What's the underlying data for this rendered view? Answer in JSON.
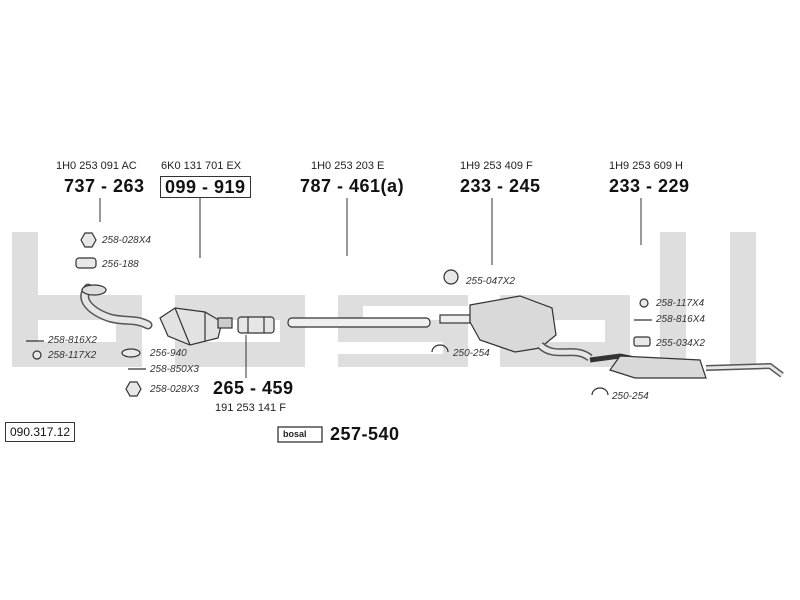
{
  "watermark": {
    "text": "bosal",
    "color": "#dcdcdc"
  },
  "catalog_number": "090.317.12",
  "parts": [
    {
      "id": "front-pipe",
      "oem": "1H0 253 091 AC",
      "number": "737 - 263",
      "boxed": false
    },
    {
      "id": "catalytic-converter",
      "oem": "6K0 131 701 EX",
      "number": "099 - 919",
      "boxed": true
    },
    {
      "id": "middle-pipe",
      "oem": "1H0 253 203 E",
      "number": "787 - 461(a)",
      "boxed": false
    },
    {
      "id": "middle-silencer",
      "oem": "1H9 253 409 F",
      "number": "233 - 245",
      "boxed": false
    },
    {
      "id": "rear-silencer",
      "oem": "1H9 253 609 H",
      "number": "233 - 229",
      "boxed": false
    },
    {
      "id": "connector",
      "oem": "191 253 141 F",
      "number": "265 - 459",
      "boxed": false
    }
  ],
  "kit": {
    "label": "bosal",
    "number": "257-540"
  },
  "accessories": {
    "nut_x4": "258-028X4",
    "gasket_256188": "256-188",
    "bolt_x2": "258-816X2",
    "washer_x2": "258-117X2",
    "ring_256940": "256-940",
    "bolt_x3": "258-850X3",
    "nut_x3": "258-028X3",
    "clamp_x2": "255-047X2",
    "hanger_mid": "250-254",
    "washer_x4": "258-117X4",
    "bolt_x4": "258-816X4",
    "clamp_255034": "255-034X2",
    "hanger_rear": "250-254"
  }
}
